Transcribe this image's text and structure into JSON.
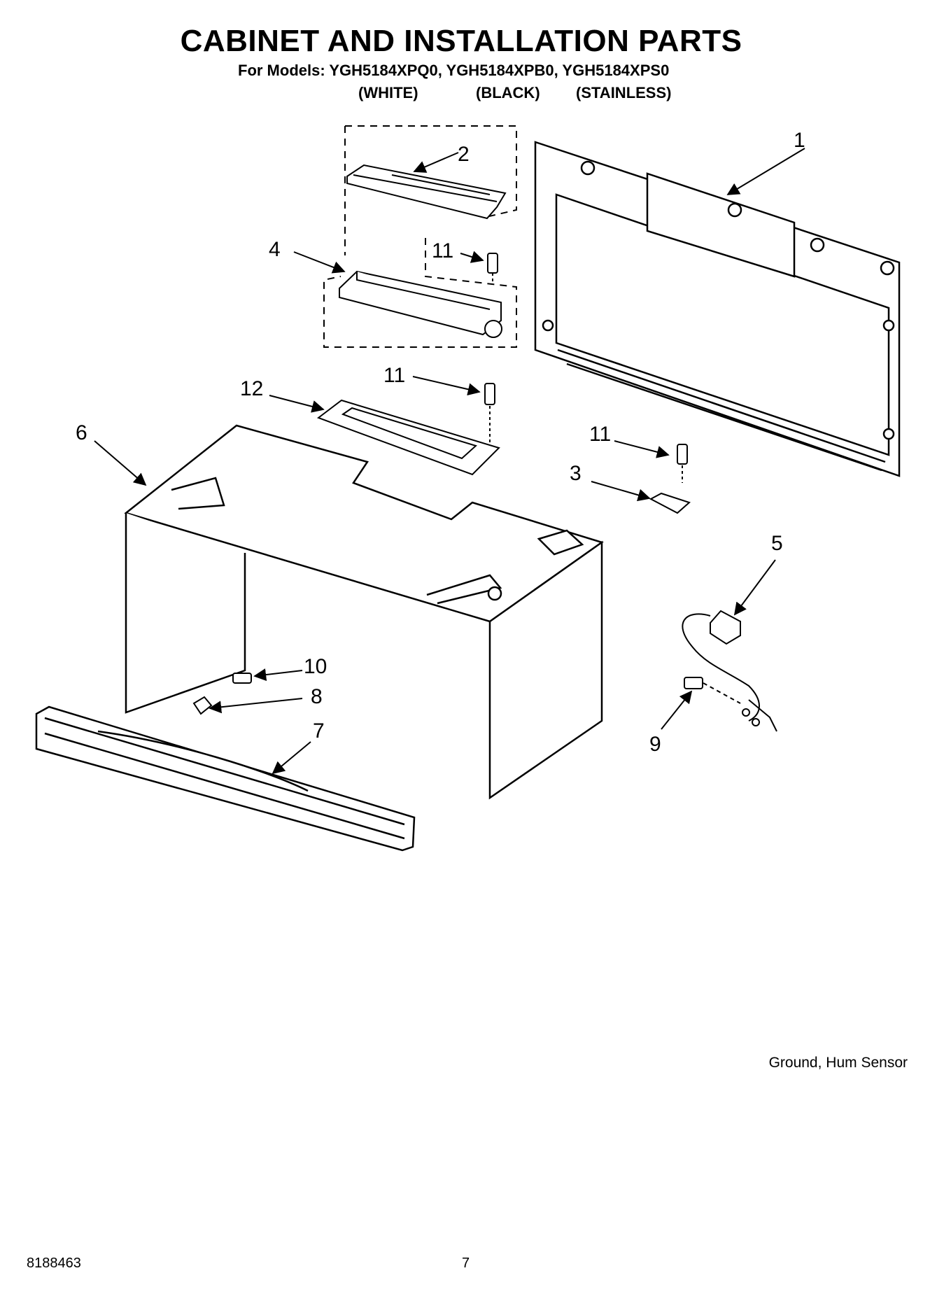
{
  "title": "CABINET AND INSTALLATION PARTS",
  "models_line": "For Models: YGH5184XPQ0, YGH5184XPB0, YGH5184XPS0",
  "variants": [
    "(WHITE)",
    "(BLACK)",
    "(STAINLESS)"
  ],
  "callouts": [
    "1",
    "2",
    "3",
    "4",
    "5",
    "6",
    "7",
    "8",
    "9",
    "10",
    "11",
    "11",
    "11",
    "12"
  ],
  "note": "Ground, Hum Sensor",
  "footer": {
    "doc_number": "8188463",
    "page_number": "7"
  }
}
